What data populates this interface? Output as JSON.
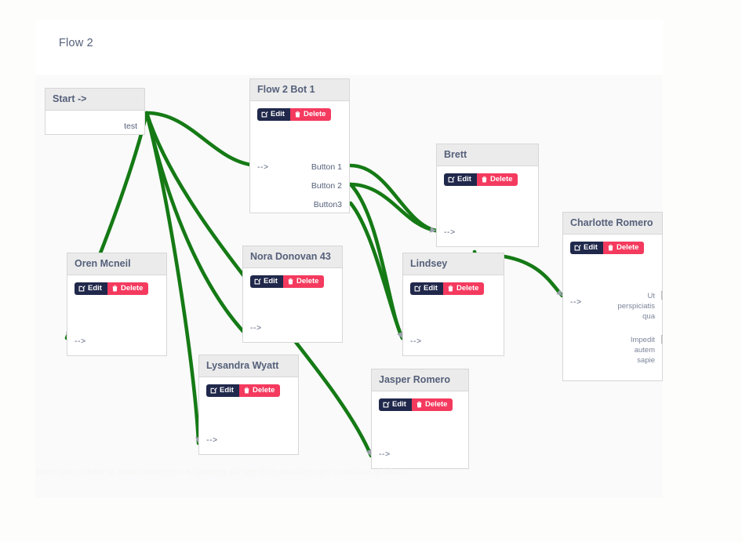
{
  "header": {
    "title": "Flow 2"
  },
  "canvas": {
    "edge_color": "#157a15",
    "arrow_color": "#9aa0ac",
    "node_header_bg": "#ebebeb",
    "node_title_color": "#55607a"
  },
  "buttons": {
    "edit_label": "Edit",
    "delete_label": "Delete",
    "edit_color": "#20284b",
    "delete_color": "#f43a5e",
    "edit_icon": "pencil-square-icon",
    "delete_icon": "trash-icon"
  },
  "nodes": [
    {
      "id": "start",
      "title": "Start ->",
      "has_actions": false,
      "outputs": [
        "test"
      ],
      "inputs": []
    },
    {
      "id": "flow-2-bot-1",
      "title": "Flow 2 Bot 1",
      "has_actions": true,
      "inputs": [
        "-->"
      ],
      "outputs": [
        "Button 1",
        "Button 2",
        "Button3"
      ]
    },
    {
      "id": "brett",
      "title": "Brett",
      "has_actions": true,
      "inputs": [
        "-->"
      ],
      "outputs": []
    },
    {
      "id": "charlotte-romero",
      "title": "Charlotte Romero",
      "has_actions": true,
      "inputs": [
        "-->"
      ],
      "outputs": [],
      "text_blocks": [
        [
          "Ut",
          "perspiciatis",
          "qua"
        ],
        [
          "Impedit",
          "autem",
          "sapie"
        ]
      ]
    },
    {
      "id": "oren-mcneil",
      "title": "Oren Mcneil",
      "has_actions": true,
      "inputs": [
        "-->"
      ],
      "outputs": []
    },
    {
      "id": "nora-donovan-43",
      "title": "Nora Donovan 43",
      "has_actions": true,
      "inputs": [
        "-->"
      ],
      "outputs": []
    },
    {
      "id": "lindsey",
      "title": "Lindsey",
      "has_actions": true,
      "inputs": [
        "-->"
      ],
      "outputs": []
    },
    {
      "id": "lysandra-wyatt",
      "title": "Lysandra Wyatt",
      "has_actions": true,
      "inputs": [
        "-->"
      ],
      "outputs": []
    },
    {
      "id": "jasper-romero",
      "title": "Jasper Romero",
      "has_actions": true,
      "inputs": [
        "-->"
      ],
      "outputs": []
    }
  ],
  "ghost_text": "lorem ipsum dolor sit amet consectetur adipisicing elit sed do eiusmod tempor incididunt ut labore"
}
